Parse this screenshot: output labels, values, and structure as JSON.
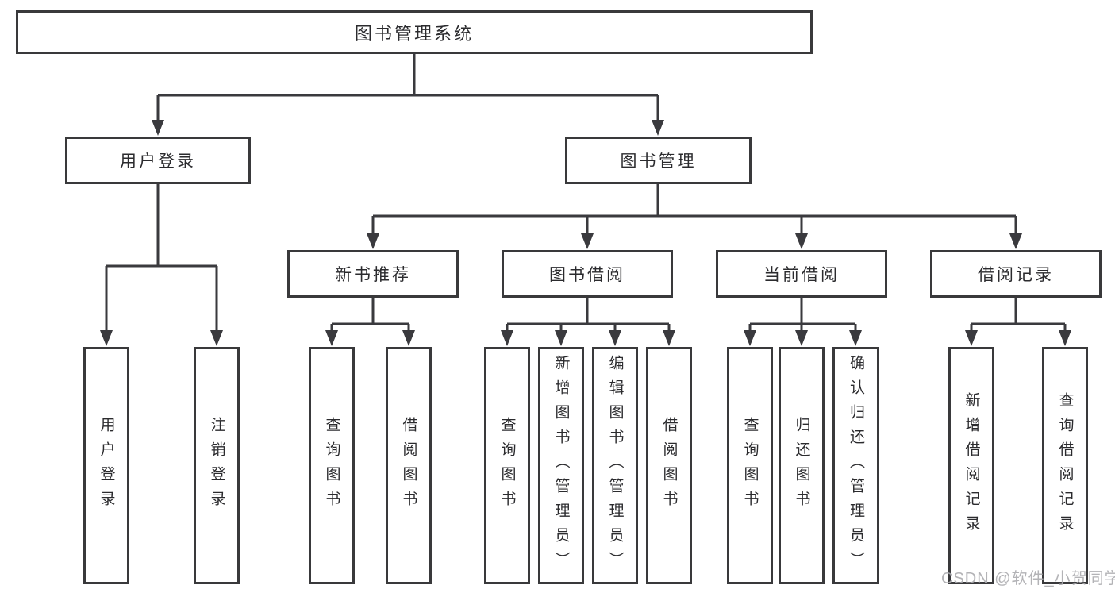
{
  "tree": {
    "root": "图书管理系统",
    "children": [
      {
        "label": "用户登录",
        "leaves": [
          "用户登录",
          "注销登录"
        ]
      },
      {
        "label": "图书管理",
        "children": [
          {
            "label": "新书推荐",
            "leaves": [
              "查询图书",
              "借阅图书"
            ]
          },
          {
            "label": "图书借阅",
            "leaves": [
              "查询图书",
              "新增图书（管理员）",
              "编辑图书（管理员）",
              "借阅图书"
            ]
          },
          {
            "label": "当前借阅",
            "leaves": [
              "查询图书",
              "归还图书",
              "确认归还（管理员）"
            ]
          },
          {
            "label": "借阅记录",
            "leaves": [
              "新增借阅记录",
              "查询借阅记录"
            ]
          }
        ]
      }
    ]
  },
  "watermark": "CSDN @软件_小贺同学",
  "colors": {
    "line": "#3a3a3e",
    "box_border": "#39393b",
    "text": "#2b2b2e",
    "background": "#ffffff",
    "watermark": "#ababaf"
  }
}
